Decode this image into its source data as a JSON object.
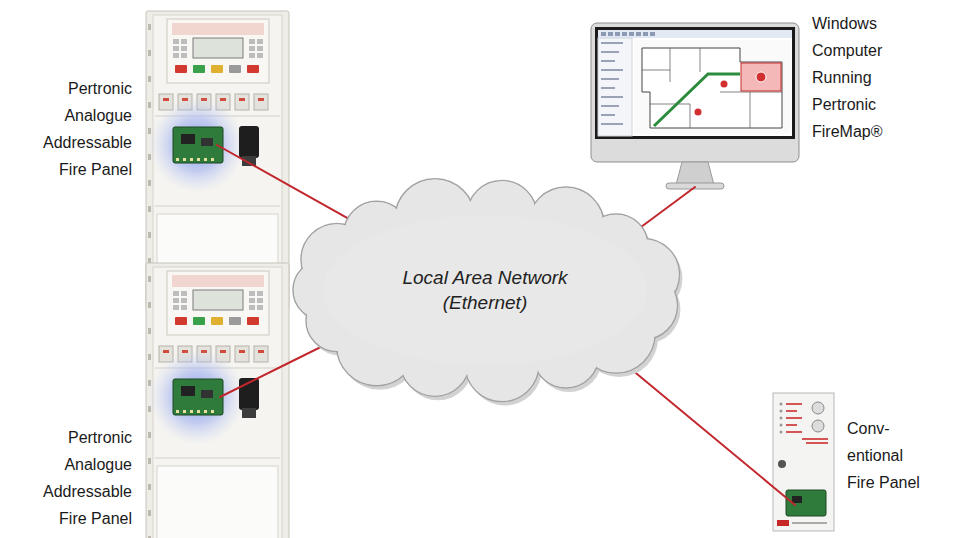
{
  "diagram": {
    "nodes": [
      {
        "text": [
          "Pertronic Analogue Addressable Fire Panel"
        ]
      },
      {
        "text": [
          "Windows Computer Running Pertronic FireMap®"
        ]
      },
      {
        "text": [
          "Local Area Network (Ethernet)"
        ]
      },
      {
        "text": [
          "Pertronic Analogue Addressable Fire Panel"
        ]
      },
      {
        "text": [
          "Conv- entional Fire Panel"
        ]
      }
    ],
    "edges": [
      {
        "from": 0,
        "to": 2,
        "arrow": "none"
      },
      {
        "from": 1,
        "to": 2,
        "arrow": "none"
      },
      {
        "from": 3,
        "to": 2,
        "arrow": "none"
      },
      {
        "from": 4,
        "to": 2,
        "arrow": "none"
      }
    ]
  }
}
